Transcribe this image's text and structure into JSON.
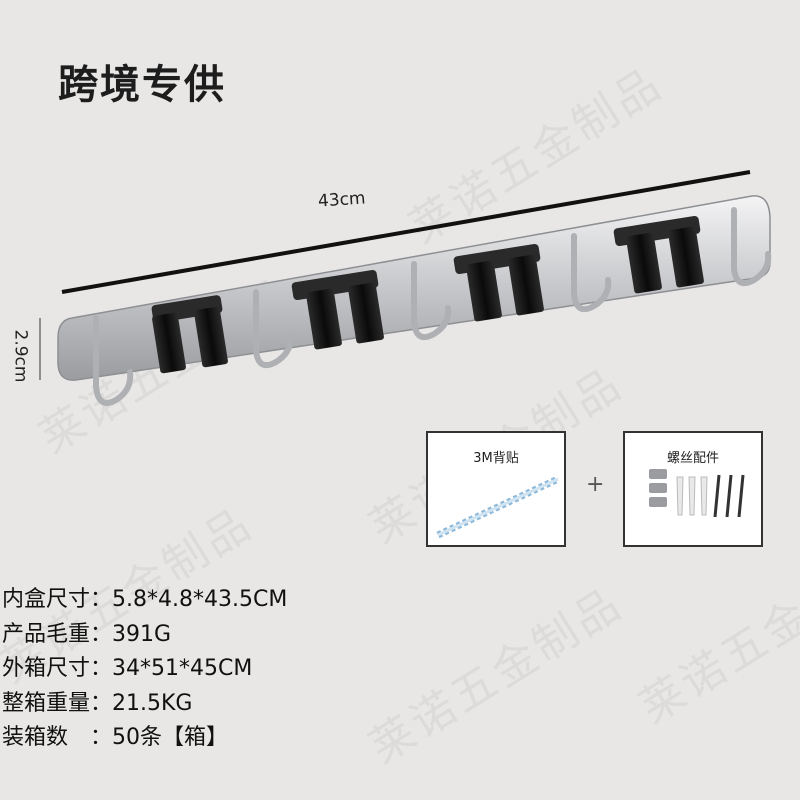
{
  "title": "跨境专供",
  "watermark": "莱诺五金制品",
  "dimensions": {
    "width_label": "43cm",
    "height_label": "2.9cm"
  },
  "accessories": [
    {
      "label": "3M背贴",
      "icon": "adhesive-tape-icon"
    },
    {
      "label": "螺丝配件",
      "icon": "screw-kit-icon"
    }
  ],
  "plus_sign": "+",
  "specs": [
    {
      "key": "内盒尺寸：",
      "value": "5.8*4.8*43.5CM"
    },
    {
      "key": "产品毛重：",
      "value": "391G"
    },
    {
      "key": "外箱尺寸：",
      "value": "34*51*45CM"
    },
    {
      "key": "整箱重量：",
      "value": "21.5KG"
    },
    {
      "key": "装箱数　：",
      "value": "50条【箱】"
    }
  ],
  "colors": {
    "background": "#e8e7e5",
    "steel": "#c9cacc",
    "clip": "#111111"
  }
}
